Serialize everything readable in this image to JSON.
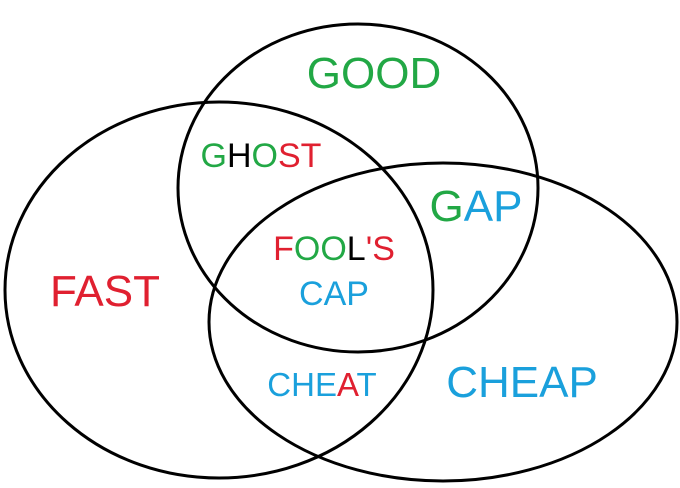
{
  "colors": {
    "red": "#e02030",
    "green": "#22a845",
    "blue": "#1aa0dc",
    "black": "#000000"
  },
  "sets": [
    {
      "label": "GOOD",
      "color": "green"
    },
    {
      "label": "FAST",
      "color": "red"
    },
    {
      "label": "CHEAP",
      "color": "blue"
    }
  ],
  "intersections": [
    {
      "id": "good-fast",
      "segments": [
        {
          "text": "G",
          "color": "green"
        },
        {
          "text": "H",
          "color": "black"
        },
        {
          "text": "O",
          "color": "green"
        },
        {
          "text": "ST",
          "color": "red"
        }
      ]
    },
    {
      "id": "good-cheap",
      "segments": [
        {
          "text": "G",
          "color": "green"
        },
        {
          "text": "AP",
          "color": "blue"
        }
      ]
    },
    {
      "id": "fast-cheap",
      "segments": [
        {
          "text": "CHE",
          "color": "blue"
        },
        {
          "text": "A",
          "color": "red"
        },
        {
          "text": "T",
          "color": "blue"
        }
      ]
    },
    {
      "id": "all-three-line1",
      "segments": [
        {
          "text": "F",
          "color": "red"
        },
        {
          "text": "OO",
          "color": "green"
        },
        {
          "text": "L",
          "color": "black"
        },
        {
          "text": "'S",
          "color": "red"
        }
      ]
    },
    {
      "id": "all-three-line2",
      "segments": [
        {
          "text": "CAP",
          "color": "blue"
        }
      ]
    }
  ]
}
